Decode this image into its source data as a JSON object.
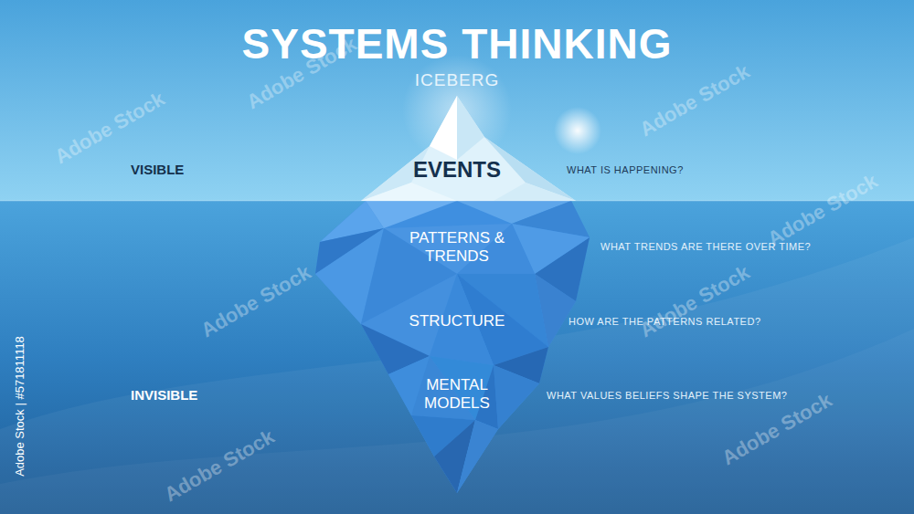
{
  "diagram": {
    "title": "SYSTEMS THINKING",
    "labels": [
      "ICEBERG",
      "VISIBLE",
      "EVENTS",
      "WHAT IS HAPPENING?",
      "PATTERNS & TRENDS",
      "WHAT TRENDS ARE THERE OVER TIME?",
      "STRUCTURE",
      "HOW ARE THE PATTERNS RELATED?",
      "INVISIBLE",
      "MENTAL MODELS",
      "WHAT VALUES BELIEFS SHAPE THE SYSTEM?",
      "Adobe Stock | #571811118",
      "Adobe Stock",
      "Adobe Stock",
      "Adobe Stock",
      "Adobe Stock",
      "Adobe Stock",
      "Adobe Stock",
      "Adobe Stock",
      "Adobe Stock"
    ]
  }
}
